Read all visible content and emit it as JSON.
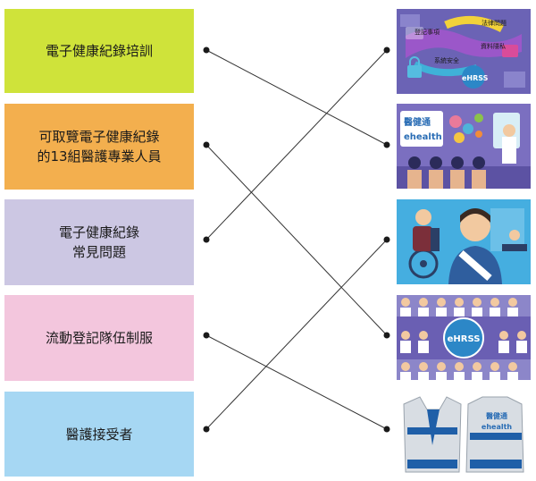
{
  "items": [
    {
      "label": "電子健康紀錄培訓",
      "color": "#cfe33a"
    },
    {
      "label": "可取覽電子健康紀錄\n的13組醫護專業人員",
      "color": "#f3af4e"
    },
    {
      "label": "電子健康紀錄\n常見問題",
      "color": "#ccc7e3"
    },
    {
      "label": "流動登記隊伍制服",
      "color": "#f3c6dd"
    },
    {
      "label": "醫護接受者",
      "color": "#a6d7f3"
    }
  ],
  "images": [
    {
      "name": "ehrss-security-illustration",
      "texts": [
        "法律問題",
        "登記事項",
        "資料隱私",
        "系統安全",
        "eHRSS"
      ]
    },
    {
      "name": "training-illustration",
      "texts": [
        "醫健通",
        "ehealth"
      ]
    },
    {
      "name": "care-recipients-illustration",
      "texts": []
    },
    {
      "name": "healthcare-professionals-illustration",
      "texts": [
        "eHRSS"
      ]
    },
    {
      "name": "vest-uniform-illustration",
      "texts": [
        "醫健通",
        "ehealth"
      ]
    }
  ],
  "connections": [
    {
      "from": 0,
      "to": 1
    },
    {
      "from": 1,
      "to": 3
    },
    {
      "from": 2,
      "to": 0
    },
    {
      "from": 3,
      "to": 4
    },
    {
      "from": 4,
      "to": 2
    }
  ],
  "colors": {
    "dot": "#1a1a1a",
    "line": "#333333"
  }
}
